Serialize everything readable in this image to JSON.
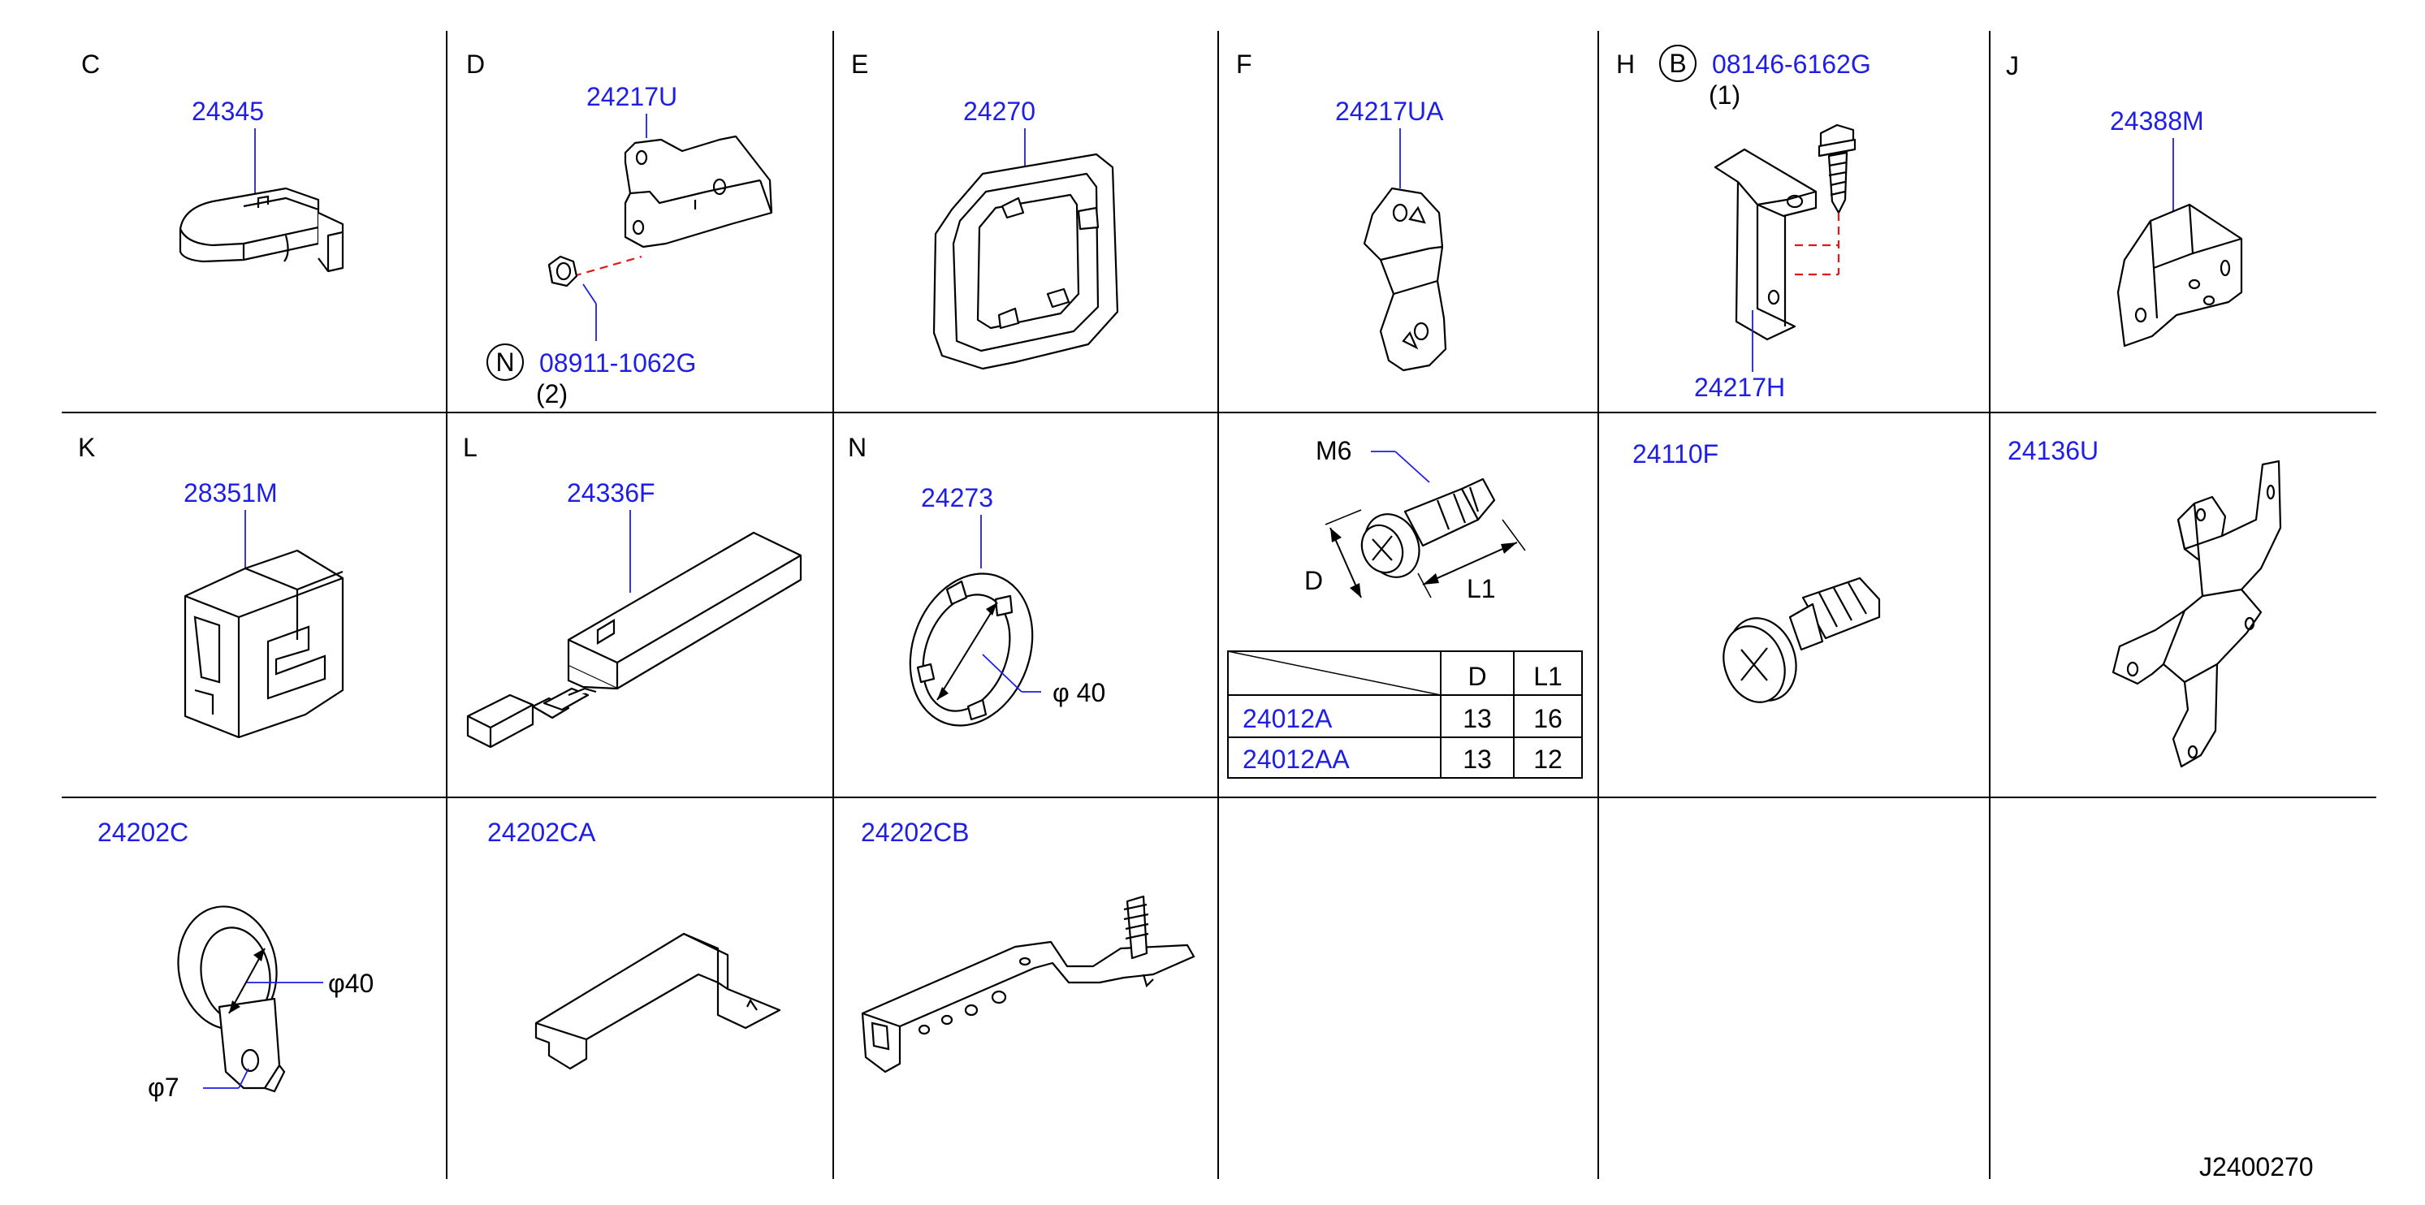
{
  "diagram_id": "J2400270",
  "colors": {
    "part_number": "#1e1ee6",
    "ink": "#000000",
    "dash": "#e01818"
  },
  "cells": {
    "C": {
      "letter": "C",
      "part": "24345"
    },
    "D": {
      "letter": "D",
      "part": "24217U",
      "fastener_symbol": "N",
      "fastener": "08911-1062G",
      "qty": "(2)"
    },
    "E": {
      "letter": "E",
      "part": "24270"
    },
    "F": {
      "letter": "F",
      "part": "24217UA"
    },
    "H": {
      "letter": "H",
      "fastener_symbol": "B",
      "fastener": "08146-6162G",
      "qty": "(1)",
      "part": "24217H"
    },
    "J": {
      "letter": "J",
      "part": "24388M"
    },
    "K": {
      "letter": "K",
      "part": "28351M"
    },
    "L": {
      "letter": "L",
      "part": "24336F"
    },
    "N": {
      "letter": "N",
      "part": "24273",
      "dim": "φ  40"
    },
    "bolt": {
      "thread": "M6",
      "dim_d": "D",
      "dim_l": "L1",
      "table": {
        "headers": [
          "D",
          "L1"
        ],
        "rows": [
          {
            "part": "24012A",
            "d": "13",
            "l1": "16"
          },
          {
            "part": "24012AA",
            "d": "13",
            "l1": "12"
          }
        ]
      }
    },
    "cap": {
      "part": "24110F"
    },
    "bracket_u": {
      "part": "24136U"
    },
    "clamp_c": {
      "part": "24202C",
      "dim_large": "φ40",
      "dim_small": "φ7"
    },
    "clamp_ca": {
      "part": "24202CA"
    },
    "clamp_cb": {
      "part": "24202CB"
    }
  }
}
